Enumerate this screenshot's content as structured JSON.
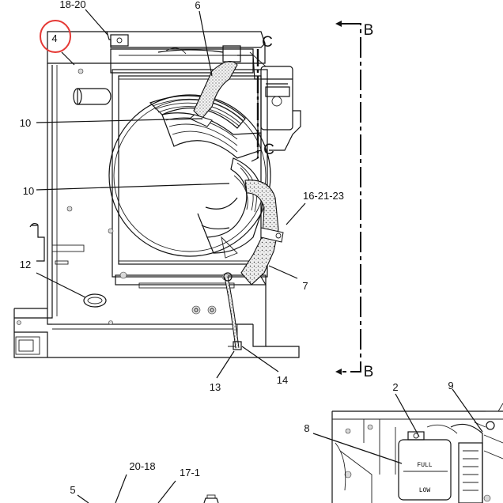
{
  "callouts": {
    "c1": "18-20",
    "c2": "4",
    "c3": "6",
    "c4": "10",
    "c5": "10",
    "c6": "12",
    "c7": "16-21-23",
    "c8": "7",
    "c9": "13",
    "c10": "14",
    "c11": "2",
    "c12": "9",
    "c13": "8",
    "c14": "20-18",
    "c15": "17-1",
    "c16": "5"
  },
  "section_labels": {
    "b_top": "B",
    "b_bottom": "B",
    "c_top": "C",
    "c_mid": "C"
  },
  "tank_labels": {
    "full": "FULL",
    "low": "LOW"
  },
  "highlight_color": "#e53935"
}
